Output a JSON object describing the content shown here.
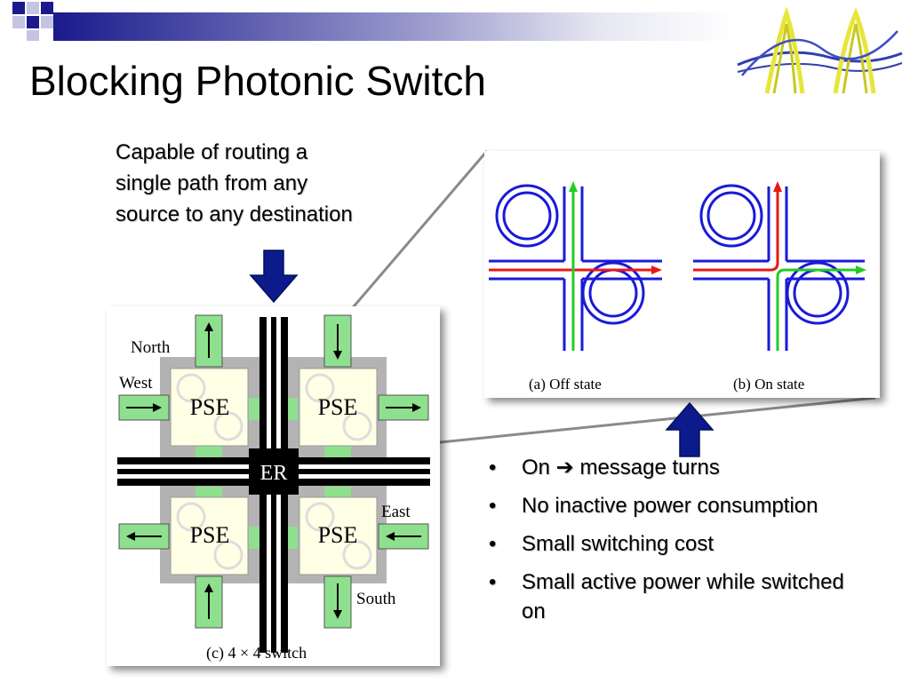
{
  "slide": {
    "title": "Blocking Photonic Switch",
    "description_lines": [
      "Capable of routing a",
      "single path from any",
      "source to any destination"
    ],
    "bullets": [
      {
        "dot": "•",
        "text": "On ➔ message turns"
      },
      {
        "dot": "•",
        "text": "No inactive power consumption"
      },
      {
        "dot": "•",
        "text": "Small switching cost"
      },
      {
        "dot": "•",
        "text": "Small active power while switched on"
      }
    ]
  },
  "figure_states": {
    "off_caption": "(a)  Off state",
    "on_caption": "(b)  On state"
  },
  "figure_switch": {
    "caption": "(c)  4 × 4 switch",
    "pse_label": "PSE",
    "er_label": "ER",
    "north": "North",
    "west": "West",
    "east": "East",
    "south": "South"
  },
  "colors": {
    "arrow_blue": "#0d1a8c",
    "ring_blue": "#1a1ad9",
    "signal_green": "#22cc22",
    "signal_red": "#e81818",
    "port_green": "#8ee08e",
    "pse_fill": "#ffffe6",
    "topbar_blue": "#1a1a8c"
  }
}
